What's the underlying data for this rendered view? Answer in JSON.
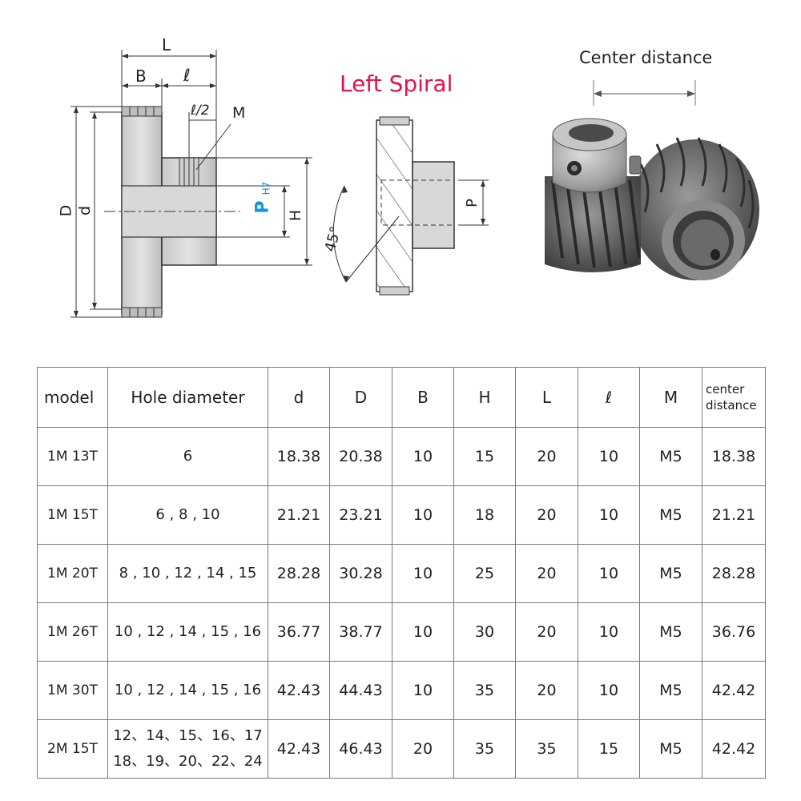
{
  "diagram": {
    "dims": {
      "L": "L",
      "B": "B",
      "l": "ℓ",
      "l_half": "ℓ/2",
      "M": "M",
      "D": "D",
      "d": "d",
      "P": "P",
      "H7": "H7",
      "H": "H",
      "angle": "45°",
      "P2": "P"
    },
    "spiral_title": "Left Spiral",
    "center_title": "Center distance"
  },
  "table": {
    "headers": [
      "model",
      "Hole diameter",
      "d",
      "D",
      "B",
      "H",
      "L",
      "ℓ",
      "M",
      "center distance"
    ],
    "rows": [
      {
        "model": "1M 13T",
        "hole": "6",
        "hole2": "",
        "d": "18.38",
        "D": "20.38",
        "B": "10",
        "H": "15",
        "L": "20",
        "l": "10",
        "M": "M5",
        "cd": "18.38"
      },
      {
        "model": "1M 15T",
        "hole": "6 , 8 , 10",
        "hole2": "",
        "d": "21.21",
        "D": "23.21",
        "B": "10",
        "H": "18",
        "L": "20",
        "l": "10",
        "M": "M5",
        "cd": "21.21"
      },
      {
        "model": "1M 20T",
        "hole": "8 , 10 , 12 , 14 , 15",
        "hole2": "",
        "d": "28.28",
        "D": "30.28",
        "B": "10",
        "H": "25",
        "L": "20",
        "l": "10",
        "M": "M5",
        "cd": "28.28"
      },
      {
        "model": "1M 26T",
        "hole": "10 , 12 , 14 , 15 , 16",
        "hole2": "",
        "d": "36.77",
        "D": "38.77",
        "B": "10",
        "H": "30",
        "L": "20",
        "l": "10",
        "M": "M5",
        "cd": "36.76"
      },
      {
        "model": "1M 30T",
        "hole": "10 , 12 , 14 , 15 , 16",
        "hole2": "",
        "d": "42.43",
        "D": "44.43",
        "B": "10",
        "H": "35",
        "L": "20",
        "l": "10",
        "M": "M5",
        "cd": "42.42"
      },
      {
        "model": "2M 15T",
        "hole": "12、14、15、16、17",
        "hole2": "18、19、20、22、24",
        "d": "42.43",
        "D": "46.43",
        "B": "20",
        "H": "35",
        "L": "35",
        "l": "15",
        "M": "M5",
        "cd": "42.42"
      }
    ]
  }
}
